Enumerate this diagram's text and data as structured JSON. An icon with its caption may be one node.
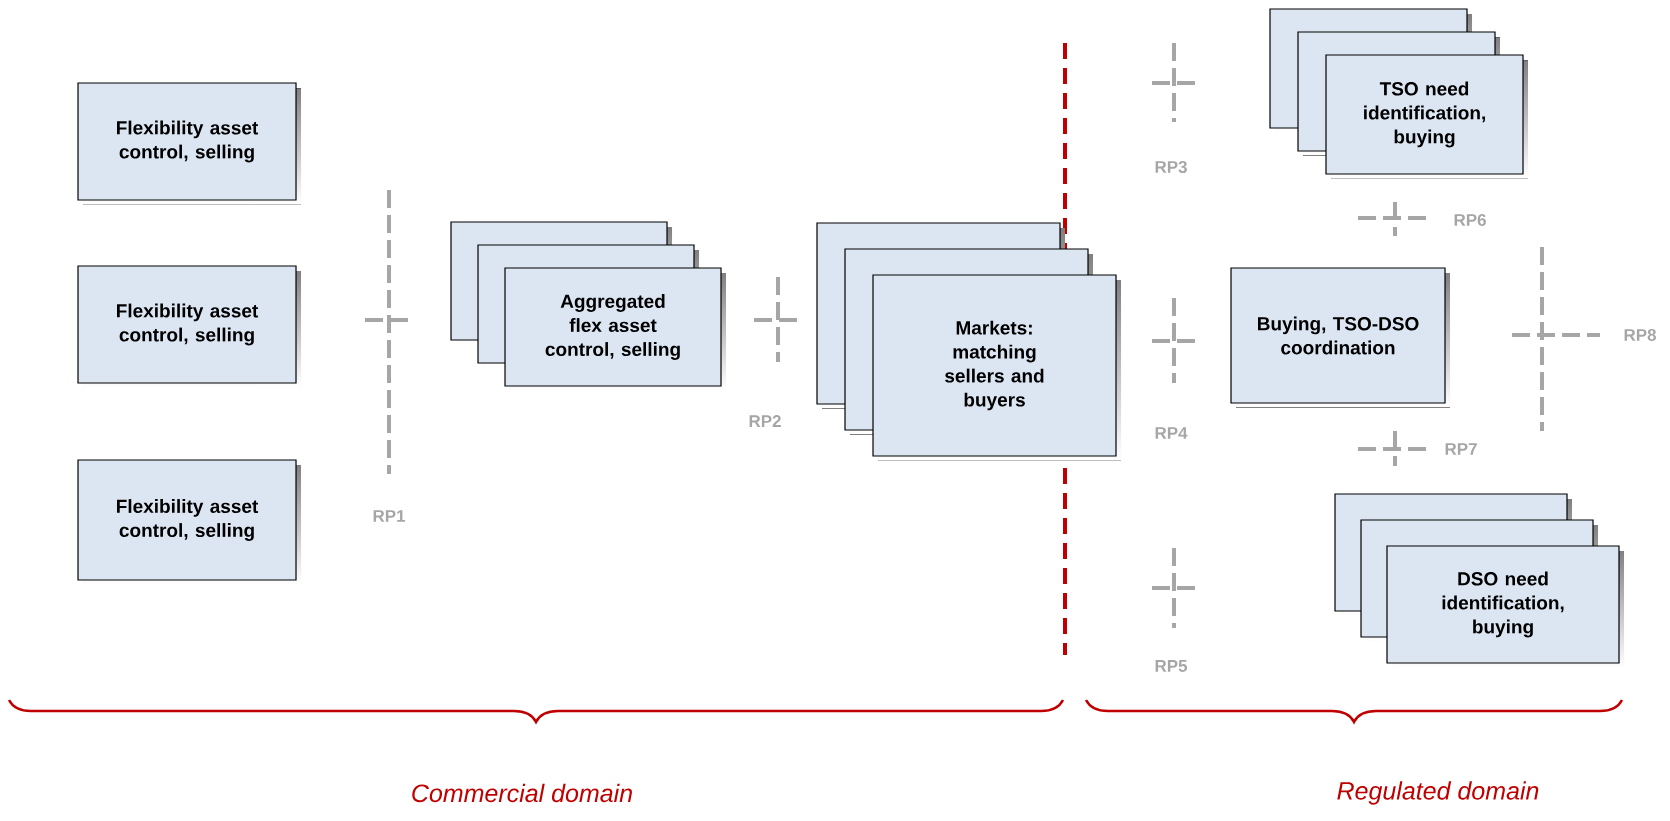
{
  "diagram": {
    "nodes": [
      {
        "text": [
          "Flexibility asset control, selling"
        ]
      },
      {
        "text": [
          "Flexibility asset control, selling"
        ]
      },
      {
        "text": [
          "Flexibility asset control, selling"
        ]
      },
      {
        "text": [
          "Aggregated flex asset control, selling"
        ]
      },
      {
        "text": [
          "Markets: matching sellers and buyers"
        ]
      },
      {
        "text": [
          "TSO need identification, buying"
        ]
      },
      {
        "text": [
          "Buying, TSO-DSO coordination"
        ]
      },
      {
        "text": [
          "DSO need identification, buying"
        ]
      }
    ],
    "labels": [
      "RP1",
      "RP2",
      "RP3",
      "RP4",
      "RP5",
      "RP6",
      "RP7",
      "RP8",
      "Commercial domain",
      "Regulated domain"
    ]
  }
}
